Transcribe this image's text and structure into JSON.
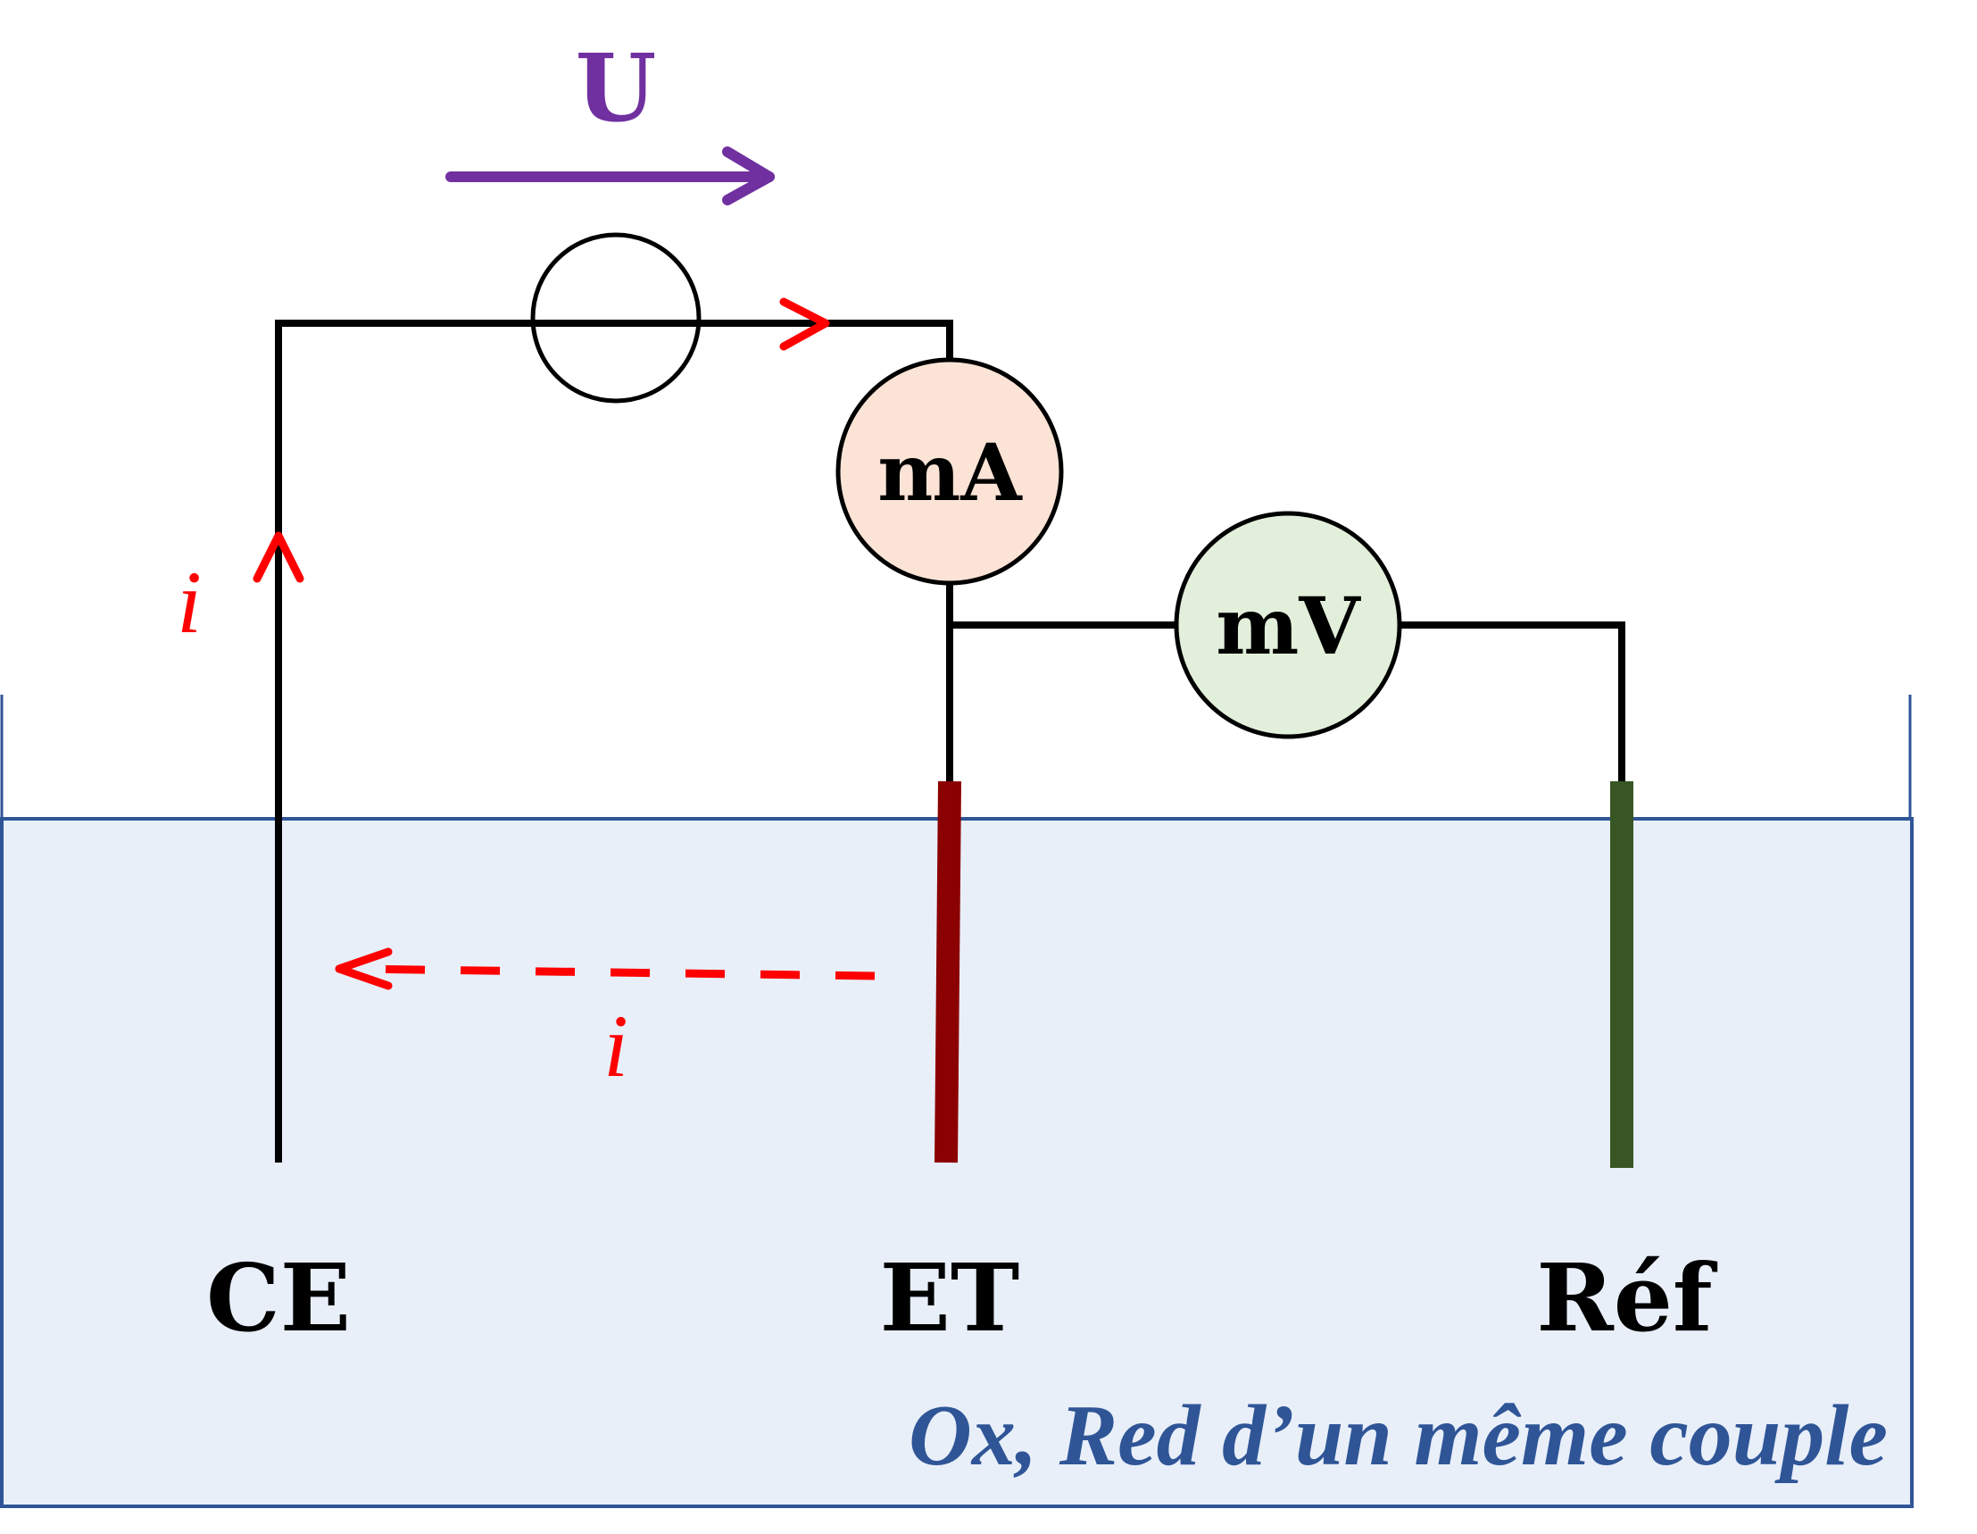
{
  "labels": {
    "voltage": "U",
    "ammeter": "mA",
    "voltmeter": "mV",
    "current_top": "i",
    "current_bottom": "i",
    "electrode_ce": "CE",
    "electrode_et": "ET",
    "electrode_ref": "Réf",
    "solution": "Ox, Red d’un même couple"
  },
  "colors": {
    "wire": "#000000",
    "current": "#ff0000",
    "voltage_arrow": "#7030a0",
    "ammeter_fill": "#fbe3d6",
    "voltmeter_fill": "#e2efda",
    "et_electrode": "#8b0000",
    "ref_electrode": "#375623",
    "solution_fill": "#e8eff9",
    "solution_border": "#2f5597",
    "solution_text": "#2f5597"
  }
}
